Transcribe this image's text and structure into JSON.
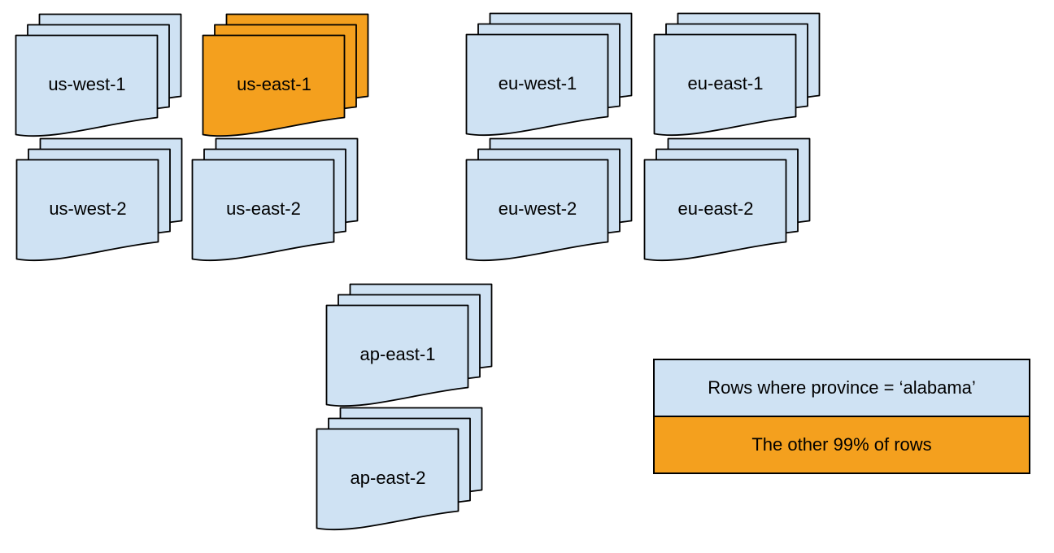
{
  "colors": {
    "doc_fill": "#cfe2f3",
    "highlight_fill": "#f4a01e",
    "stroke": "#000000",
    "text": "#000000",
    "background": "#ffffff"
  },
  "regions": [
    {
      "label": "us-west-1",
      "highlighted": false
    },
    {
      "label": "us-east-1",
      "highlighted": true
    },
    {
      "label": "eu-west-1",
      "highlighted": false
    },
    {
      "label": "eu-east-1",
      "highlighted": false
    },
    {
      "label": "us-west-2",
      "highlighted": false
    },
    {
      "label": "us-east-2",
      "highlighted": false
    },
    {
      "label": "eu-west-2",
      "highlighted": false
    },
    {
      "label": "eu-east-2",
      "highlighted": false
    },
    {
      "label": "ap-east-1",
      "highlighted": false
    },
    {
      "label": "ap-east-2",
      "highlighted": false
    }
  ],
  "legend": {
    "items": [
      {
        "label": "Rows where province = ‘alabama’",
        "swatch": "doc_fill"
      },
      {
        "label": "The other 99% of rows",
        "swatch": "highlight_fill"
      }
    ]
  }
}
